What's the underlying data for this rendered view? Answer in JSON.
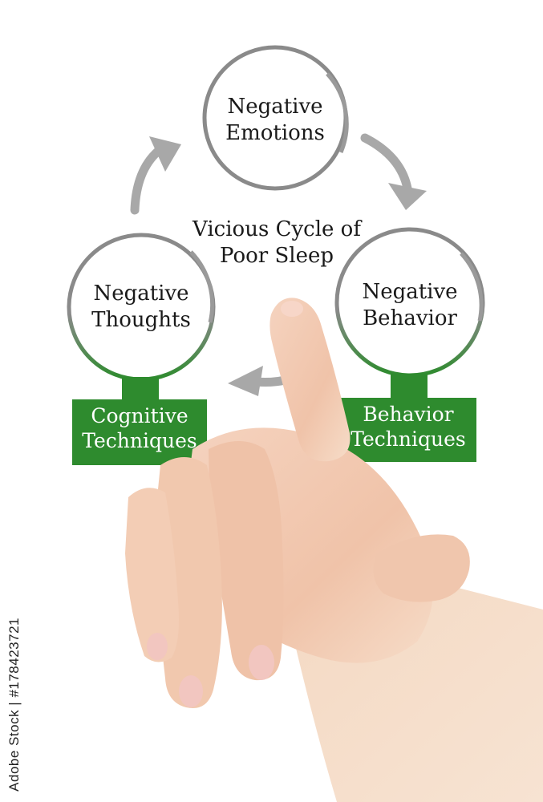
{
  "diagram": {
    "title_line1": "Vicious Cycle of",
    "title_line2": "Poor Sleep",
    "nodes": [
      {
        "line1": "Negative",
        "line2": "Emotions"
      },
      {
        "line1": "Negative",
        "line2": "Behavior"
      },
      {
        "line1": "Negative",
        "line2": "Thoughts"
      }
    ],
    "boxes": [
      {
        "line1": "Cognitive",
        "line2": "Techniques"
      },
      {
        "line1": "Behavior",
        "line2": "Techniques"
      }
    ]
  },
  "watermark": {
    "text": "Adobe Stock | #178423721"
  },
  "colors": {
    "green": "#2e8b2e",
    "circle_gray": "#8a8a8a",
    "arrow_gray": "#a8a8a8",
    "skin": "#f3cdb7"
  }
}
